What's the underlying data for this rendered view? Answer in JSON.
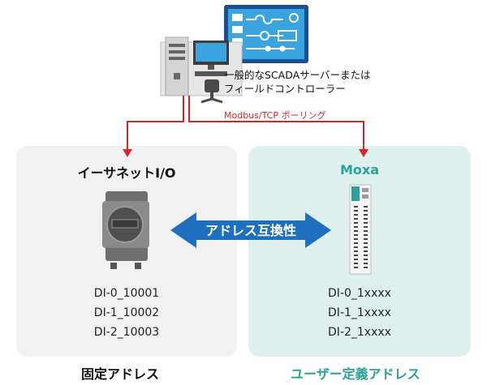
{
  "scada": {
    "label_line1": "一般的なSCADAサーバーまたは",
    "label_line2": "フィールドコントローラー"
  },
  "polling_label": "Modbus/TCP ポーリング",
  "left_panel": {
    "title": "イーサネットI/O",
    "addresses": [
      "DI-0_10001",
      "DI-1_10002",
      "DI-2_10003"
    ],
    "caption": "固定アドレス"
  },
  "right_panel": {
    "title": "Moxa",
    "addresses": [
      "DI-0_1xxxx",
      "DI-1_1xxxx",
      "DI-2_1xxxx"
    ],
    "caption": "ユーザー定義アドレス"
  },
  "compat_label": "アドレス互換性",
  "colors": {
    "accent_teal": "#2aa19a",
    "arrow_blue": "#1f6fc0",
    "polling_red": "#d62728",
    "left_panel_bg": "#f1f1f1",
    "right_panel_bg": "#ddf0ee"
  }
}
